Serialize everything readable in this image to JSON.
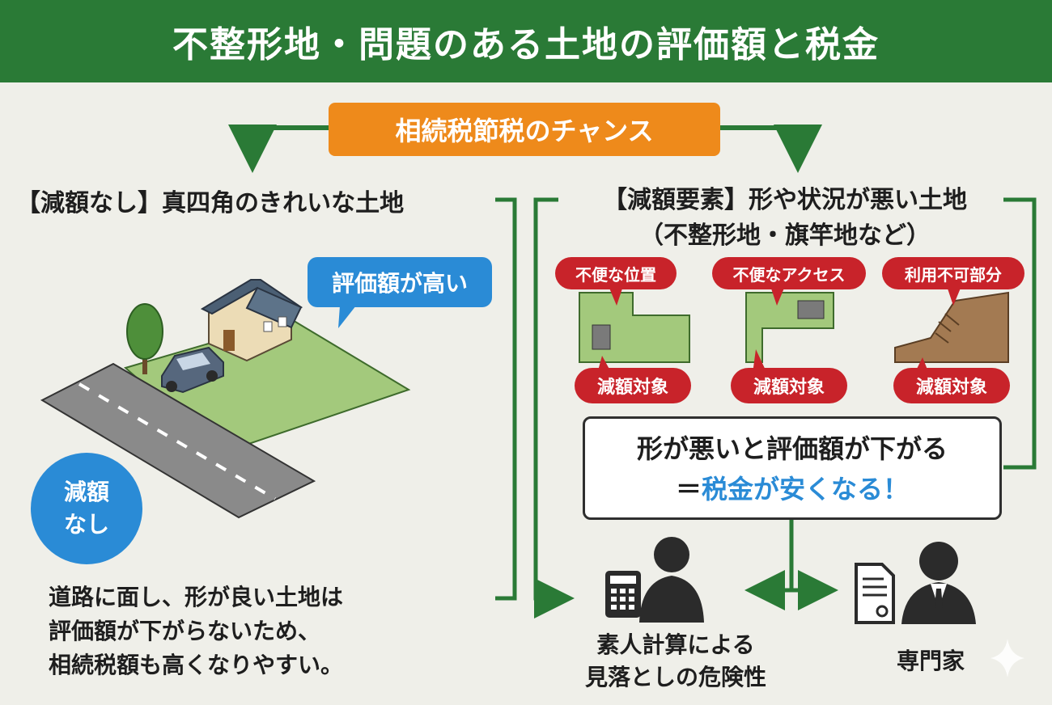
{
  "title": "不整形地・問題のある土地の評価額と税金",
  "banner": "相続税節税のチャンス",
  "left": {
    "heading": "【減額なし】真四角のきれいな土地",
    "bubble": "評価額が高い",
    "badge_line1": "減額",
    "badge_line2": "なし",
    "desc_line1": "道路に面し、形が良い土地は",
    "desc_line2": "評価額が下がらないため、",
    "desc_line3": "相続税額も高くなりやすい。"
  },
  "right": {
    "heading_line1": "【減額要素】形や状況が悪い土地",
    "heading_line2": "（不整形地・旗竿地など）",
    "examples": [
      {
        "tag": "不便な位置",
        "result": "減額対象",
        "icon": "l-shaped-lot-icon"
      },
      {
        "tag": "不便なアクセス",
        "result": "減額対象",
        "icon": "flag-lot-icon"
      },
      {
        "tag": "利用不可部分",
        "result": "減額対象",
        "icon": "slope-lot-icon"
      }
    ],
    "key_line1": "形が悪いと評価額が下がる",
    "key_line2_prefix": "＝",
    "key_line2_accent": "税金が安くなる！"
  },
  "bottom": {
    "amateur_line1": "素人計算による",
    "amateur_line2": "見落としの危険性",
    "expert": "専門家"
  },
  "colors": {
    "header": "#2a7a36",
    "banner": "#ee8a1b",
    "arrow": "#2a7a36",
    "accent_blue": "#2a8bd6",
    "tag_red": "#c8232a"
  }
}
